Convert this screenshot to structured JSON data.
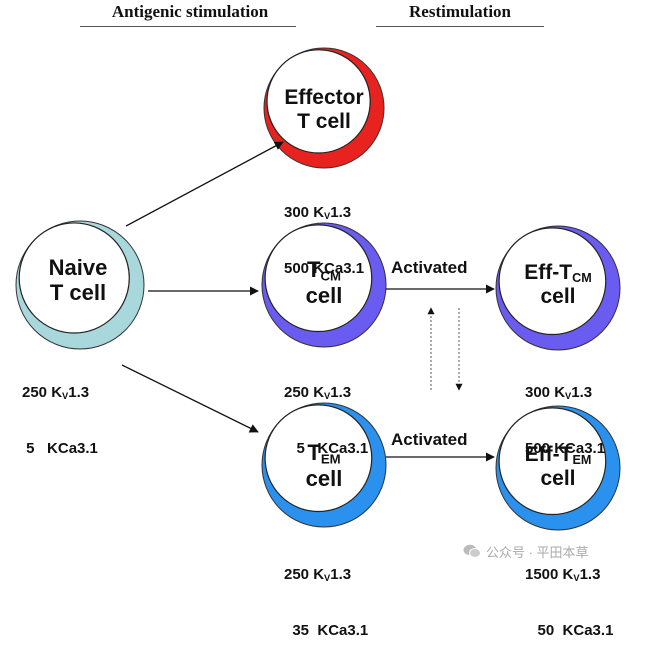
{
  "headers": {
    "left": "Antigenic stimulation",
    "right": "Restimulation"
  },
  "colors": {
    "effector": "#e8231f",
    "naive": "#a9d8dc",
    "tcm": "#6a5cf0",
    "tem": "#2a92ee"
  },
  "cells": {
    "effector": {
      "line1": "Effector",
      "line2": "T cell"
    },
    "naive": {
      "line1": "Naive",
      "line2": "T cell"
    },
    "tcm": {
      "main": "T",
      "sub": "CM",
      "line2": "cell"
    },
    "eff_tcm": {
      "main": "Eff-T",
      "sub": "CM",
      "line2": "cell"
    },
    "tem": {
      "main": "T",
      "sub": "EM",
      "line2": "cell"
    },
    "eff_tem": {
      "main": "Eff-T",
      "sub": "EM",
      "line2": "cell"
    }
  },
  "edges": {
    "activated_top": "Activated",
    "activated_bottom": "Activated"
  },
  "channels": {
    "effector": {
      "kv_count": "300",
      "kca_count": "500"
    },
    "naive": {
      "kv_count": "250",
      "kca_count": "5"
    },
    "tcm": {
      "kv_count": "250",
      "kca_count": "5"
    },
    "eff_tcm": {
      "kv_count": "300",
      "kca_count": "500"
    },
    "tem": {
      "kv_count": "250",
      "kca_count": "35"
    },
    "eff_tem": {
      "kv_count": "1500",
      "kca_count": "50"
    }
  },
  "channel_names": {
    "kv_prefix": "K",
    "kv_sub": "V",
    "kv_suffix": "1.3",
    "kca": "KCa3.1"
  },
  "watermark": {
    "text": "公众号 · 平田本草"
  }
}
